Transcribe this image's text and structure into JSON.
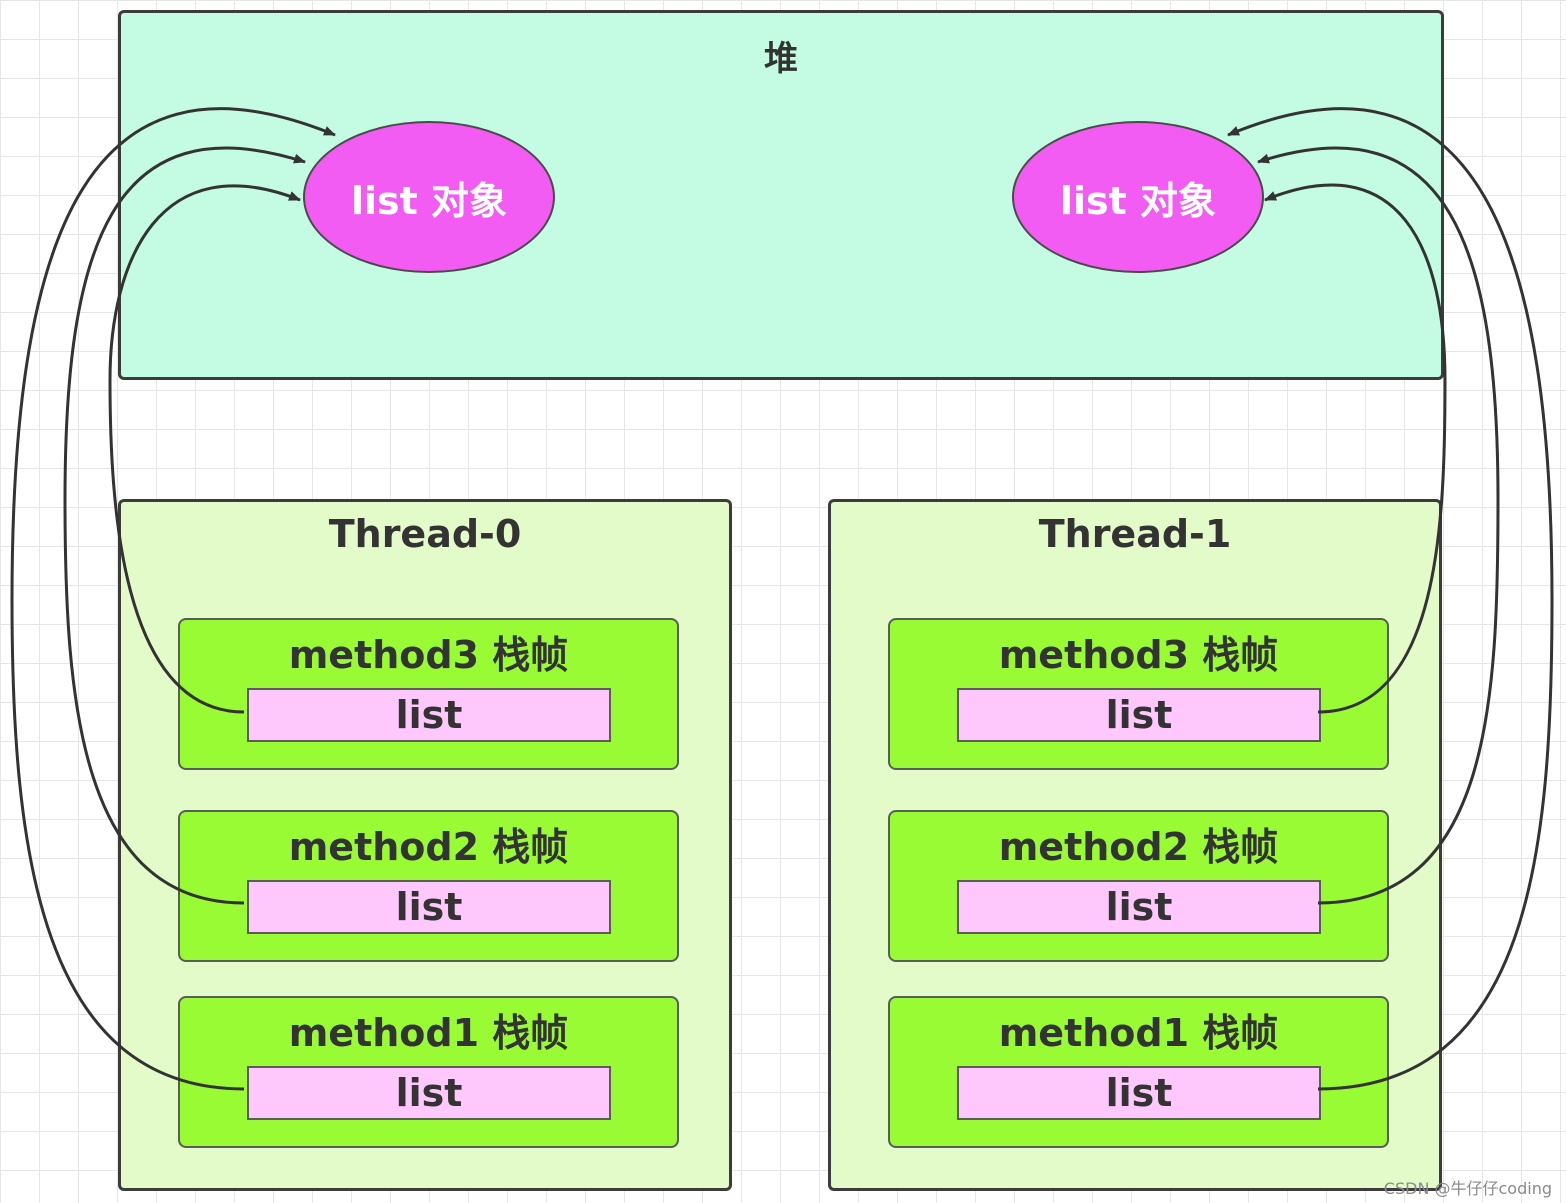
{
  "heap": {
    "title": "堆",
    "objects": [
      {
        "label": "list 对象"
      },
      {
        "label": "list 对象"
      }
    ]
  },
  "threads": [
    {
      "title": "Thread-0",
      "frames": [
        {
          "title": "method3 栈帧",
          "var": "list"
        },
        {
          "title": "method2 栈帧",
          "var": "list"
        },
        {
          "title": "method1 栈帧",
          "var": "list"
        }
      ]
    },
    {
      "title": "Thread-1",
      "frames": [
        {
          "title": "method3 栈帧",
          "var": "list"
        },
        {
          "title": "method2 栈帧",
          "var": "list"
        },
        {
          "title": "method1 栈帧",
          "var": "list"
        }
      ]
    }
  ],
  "watermark": "CSDN @牛仔仔coding",
  "colors": {
    "heap_fill": "#c3fce3",
    "object_fill": "#f25cf2",
    "thread_fill": "#e3fbc9",
    "frame_fill": "#98fb34",
    "var_fill": "#ffc8fc",
    "border": "#3c3c3c"
  }
}
